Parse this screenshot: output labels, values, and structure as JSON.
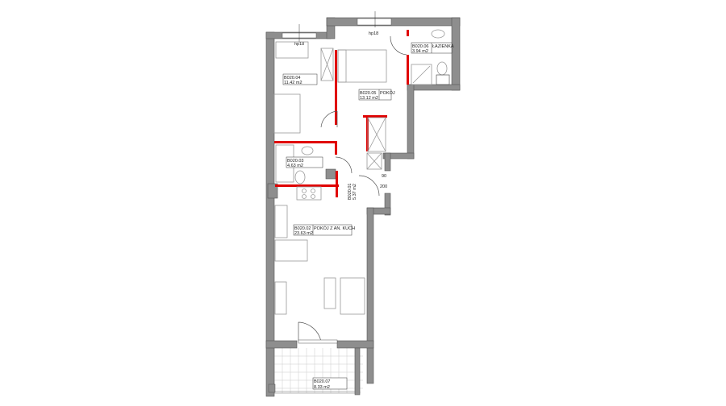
{
  "plan": {
    "windows": [
      {
        "label": "hp18"
      },
      {
        "label": "hp18"
      }
    ],
    "door_label": {
      "width": "90",
      "height": "200"
    },
    "rooms": [
      {
        "id": "B020.04",
        "name": "",
        "area": "11.42 m2"
      },
      {
        "id": "B020.05",
        "name": "POKÓJ",
        "area": "13.12 m2"
      },
      {
        "id": "B020.06",
        "name": "ŁAZIENKA",
        "area": "3.94 m2"
      },
      {
        "id": "B020.03",
        "name": "",
        "area": "4.63 m2"
      },
      {
        "id": "B020.01",
        "name": "",
        "area": "5.37 m2"
      },
      {
        "id": "B020.02",
        "name": "POKÓJ Z AN. KUCH",
        "area": "23.63 m2"
      },
      {
        "id": "B020.07",
        "name": "",
        "area": "8.33 m2"
      }
    ],
    "colors": {
      "wall": "#8e8e8e",
      "new_wall": "#e00000"
    }
  }
}
